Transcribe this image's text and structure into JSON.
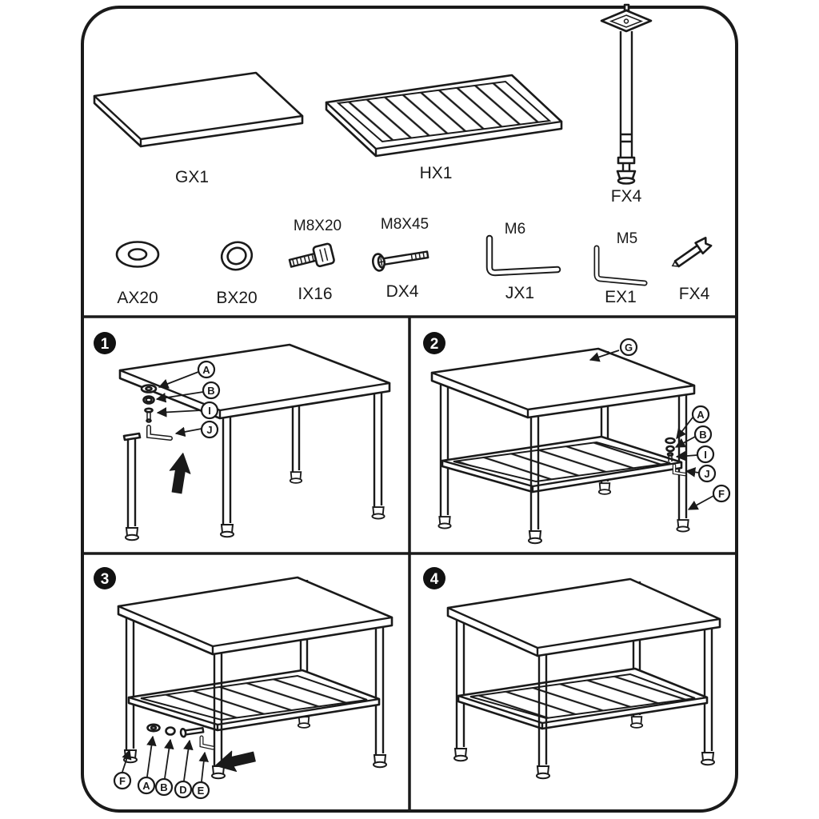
{
  "colors": {
    "ink": "#1a1a1a",
    "paper": "#ffffff"
  },
  "parts": {
    "gx1": "GX1",
    "hx1": "HX1",
    "fx4_leg": "FX4",
    "ax20": "AX20",
    "bx20": "BX20",
    "ix16": {
      "size": "M8X20",
      "code": "IX16"
    },
    "dx4": {
      "size": "M8X45",
      "code": "DX4"
    },
    "jx1": {
      "size": "M6",
      "code": "JX1"
    },
    "ex1": {
      "size": "M5",
      "code": "EX1"
    },
    "fx4_wrench": "FX4"
  },
  "steps": [
    {
      "number": "1",
      "callouts": {
        "a": "A",
        "b": "B",
        "i": "I",
        "j": "J"
      }
    },
    {
      "number": "2",
      "callouts": {
        "g": "G",
        "a": "A",
        "b": "B",
        "i": "I",
        "j": "J",
        "f": "F"
      }
    },
    {
      "number": "3",
      "callouts": {
        "f": "F",
        "a": "A",
        "b": "B",
        "d": "D",
        "e": "E"
      }
    },
    {
      "number": "4",
      "callouts": {}
    }
  ]
}
